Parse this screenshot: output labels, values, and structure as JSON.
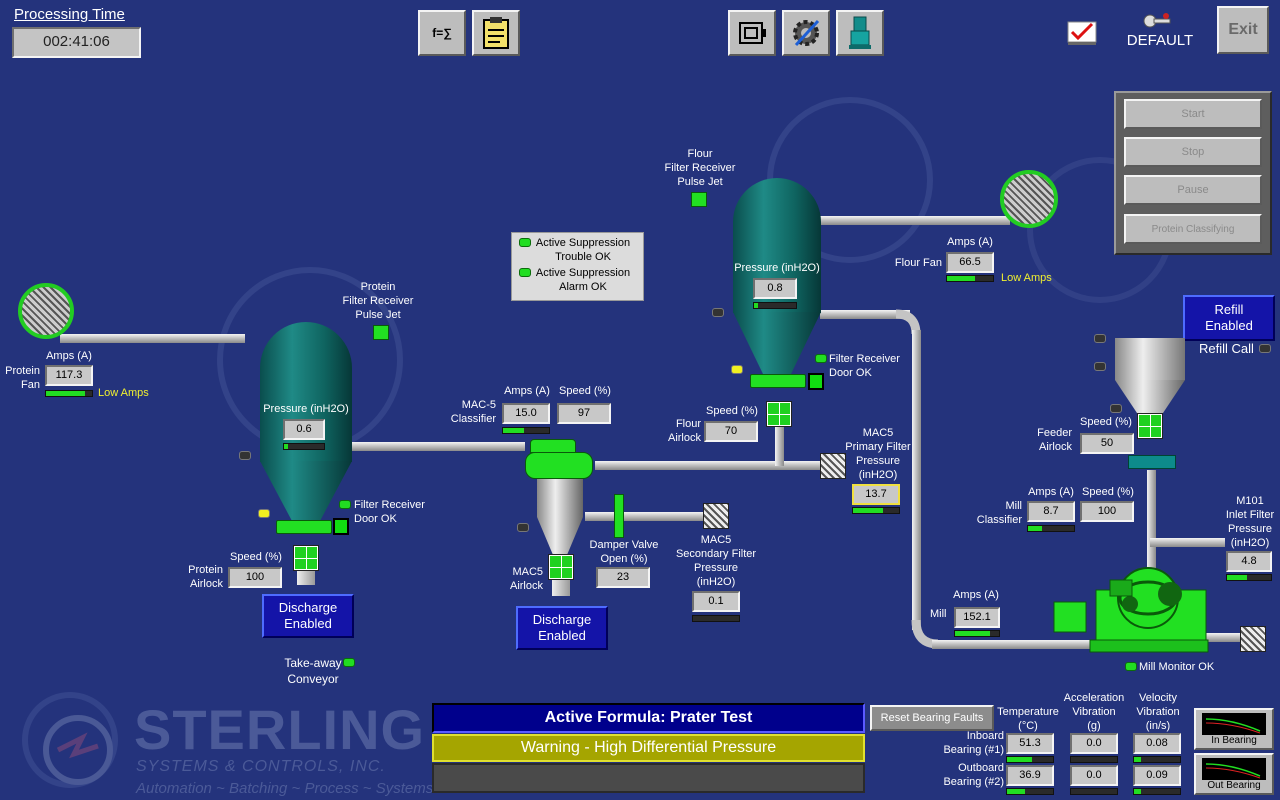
{
  "header": {
    "processing_time_label": "Processing Time",
    "processing_time": "002:41:06",
    "user": "DEFAULT",
    "exit_label": "Exit"
  },
  "controls": {
    "start": "Start",
    "stop": "Stop",
    "pause": "Pause",
    "protein_classifying": "Protein Classifying"
  },
  "refill": {
    "enabled_line1": "Refill",
    "enabled_line2": "Enabled",
    "call_label": "Refill Call"
  },
  "protein": {
    "fan_label_1": "Protein",
    "fan_label_2": "Fan",
    "amps_label": "Amps (A)",
    "amps": "117.3",
    "amps_bar": 0.85,
    "low_amps": "Low Amps",
    "pulse_jet_1": "Protein",
    "pulse_jet_2": "Filter Receiver",
    "pulse_jet_3": "Pulse Jet",
    "pressure_label": "Pressure (inH2O)",
    "pressure": "0.6",
    "pressure_bar": 0.1,
    "door_ok": "Filter Receiver",
    "door_ok_2": "Door OK",
    "speed_label": "Speed (%)",
    "speed": "100",
    "airlock_1": "Protein",
    "airlock_2": "Airlock",
    "discharge_1": "Discharge",
    "discharge_2": "Enabled",
    "takeaway_1": "Take-away",
    "takeaway_2": "Conveyor"
  },
  "suppression": {
    "line1a": "Active Suppression",
    "line1b": "Trouble OK",
    "line2a": "Active Suppression",
    "line2b": "Alarm OK"
  },
  "mac5": {
    "classifier_1": "MAC-5",
    "classifier_2": "Classifier",
    "amps_label": "Amps (A)",
    "amps": "15.0",
    "amps_bar": 0.45,
    "speed_label": "Speed (%)",
    "speed": "97",
    "damper_1": "Damper Valve",
    "damper_2": "Open (%)",
    "damper": "23",
    "airlock_1": "MAC5",
    "airlock_2": "Airlock",
    "secondary_1": "MAC5",
    "secondary_2": "Secondary Filter",
    "secondary_3": "Pressure",
    "secondary_4": "(inH2O)",
    "secondary": "0.1",
    "secondary_bar": 0.0,
    "primary_1": "MAC5",
    "primary_2": "Primary Filter",
    "primary_3": "Pressure",
    "primary_4": "(inH2O)",
    "primary": "13.7",
    "primary_bar": 0.65,
    "discharge_1": "Discharge",
    "discharge_2": "Enabled"
  },
  "flour": {
    "pulse_jet_1": "Flour",
    "pulse_jet_2": "Filter Receiver",
    "pulse_jet_3": "Pulse Jet",
    "pressure_label": "Pressure (inH2O)",
    "pressure": "0.8",
    "pressure_bar": 0.1,
    "door_ok": "Filter Receiver",
    "door_ok_2": "Door OK",
    "speed_label": "Speed (%)",
    "speed": "70",
    "airlock_1": "Flour",
    "airlock_2": "Airlock",
    "fan_amps_label": "Amps (A)",
    "fan_label": "Flour Fan",
    "fan_amps": "66.5",
    "fan_amps_bar": 0.6,
    "low_amps": "Low Amps"
  },
  "mill": {
    "feeder_speed_label": "Speed (%)",
    "feeder_1": "Feeder",
    "feeder_2": "Airlock",
    "feeder_speed": "50",
    "classifier_1": "Mill",
    "classifier_2": "Classifier",
    "classifier_amps_label": "Amps (A)",
    "classifier_speed_label": "Speed (%)",
    "classifier_amps": "8.7",
    "classifier_amps_bar": 0.3,
    "classifier_speed": "100",
    "mill_label": "Mill",
    "amps_label": "Amps (A)",
    "amps": "152.1",
    "amps_bar": 0.8,
    "monitor_ok": "Mill Monitor OK",
    "inlet_1": "M101",
    "inlet_2": "Inlet Filter",
    "inlet_3": "Pressure",
    "inlet_4": "(inH2O)",
    "inlet": "4.8",
    "inlet_bar": 0.45
  },
  "formula": {
    "active": "Active Formula: Prater Test",
    "warning": "Warning - High Differential Pressure",
    "message": ""
  },
  "bearing": {
    "reset_label": "Reset Bearing Faults",
    "temp_hdr_1": "Temperature",
    "temp_hdr_2": "(°C)",
    "accel_hdr_1": "Acceleration",
    "accel_hdr_2": "Vibration",
    "accel_hdr_3": "(g)",
    "vel_hdr_1": "Velocity",
    "vel_hdr_2": "Vibration",
    "vel_hdr_3": "(in/s)",
    "in_label_1": "Inboard",
    "in_label_2": "Bearing (#1)",
    "out_label_1": "Outboard",
    "out_label_2": "Bearing (#2)",
    "in_temp": "51.3",
    "in_accel": "0.0",
    "in_vel": "0.08",
    "out_temp": "36.9",
    "out_accel": "0.0",
    "out_vel": "0.09",
    "in_bearing_btn": "In Bearing",
    "out_bearing_btn": "Out Bearing"
  },
  "logo": {
    "name": "STERLING",
    "sub": "SYSTEMS & CONTROLS, INC.",
    "tag": "Automation ~ Batching ~ Process ~ Systems"
  },
  "colors": {
    "background": "#24337c",
    "ok_green": "#22dd22",
    "warning_bg": "#a5a500",
    "formula_bg": "#00008c"
  }
}
